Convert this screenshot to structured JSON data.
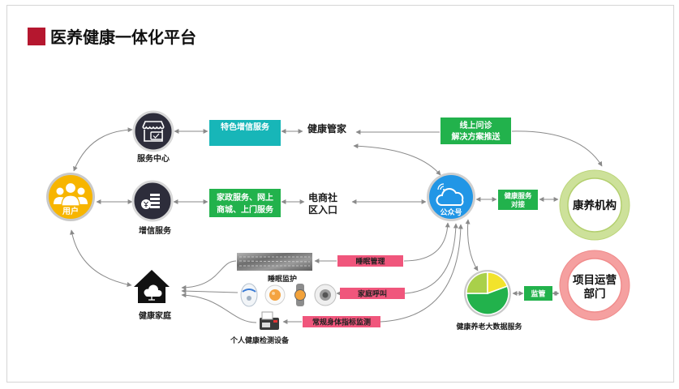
{
  "title": "医养健康一体化平台",
  "nodes": {
    "service_center": "服务中心",
    "user": "用户",
    "credit_service": "增信服务",
    "healthy_home": "健康家庭",
    "health_butler": "健康管家",
    "ecommerce_entry": [
      "电商社",
      "区入口"
    ],
    "official_account": "公众号",
    "care_institution": "康养机构",
    "project_ops": [
      "项目运营",
      "部门"
    ],
    "big_data": "健康养老大数据服务",
    "sleep_monitor": "睡眠监护",
    "personal_device": "个人健康检测设备"
  },
  "boxes": {
    "featured_credit": "特色增信服务",
    "home_services": [
      "家政服务、网上",
      "商城、上门服务"
    ],
    "online_consult": [
      "线上问诊",
      "解决方案推送"
    ],
    "health_docking": [
      "健康服务",
      "对接"
    ],
    "supervision": "监管",
    "sleep_management": "睡眠管理",
    "family_call": "家庭呼叫",
    "routine_monitoring": "常规身体指标监测"
  },
  "icons": {
    "service_center": "shop-icon",
    "user": "users-icon",
    "credit_service": "coin-stack-icon",
    "healthy_home": "house-cloud-icon",
    "official_account": "cloud-wifi-icon",
    "big_data": "pie-chart-icon"
  },
  "colors": {
    "frame": "#d5d5d5",
    "title_square": "#b5172f",
    "teal_box": "#17b6b8",
    "green_box": "#22b24c",
    "pink_box": "#f0567c",
    "dark_icon": "#2d2d3b",
    "user_yellow": "#f7b500",
    "account_blue": "#2196e6",
    "care_ring": "#cde19a",
    "ops_ring": "#f5a0a0",
    "pie_green": "#22b24c",
    "pie_light_green": "#a9d04a",
    "pie_yellow": "#f2e32c",
    "arrow_gray": "#8a8a8a"
  }
}
